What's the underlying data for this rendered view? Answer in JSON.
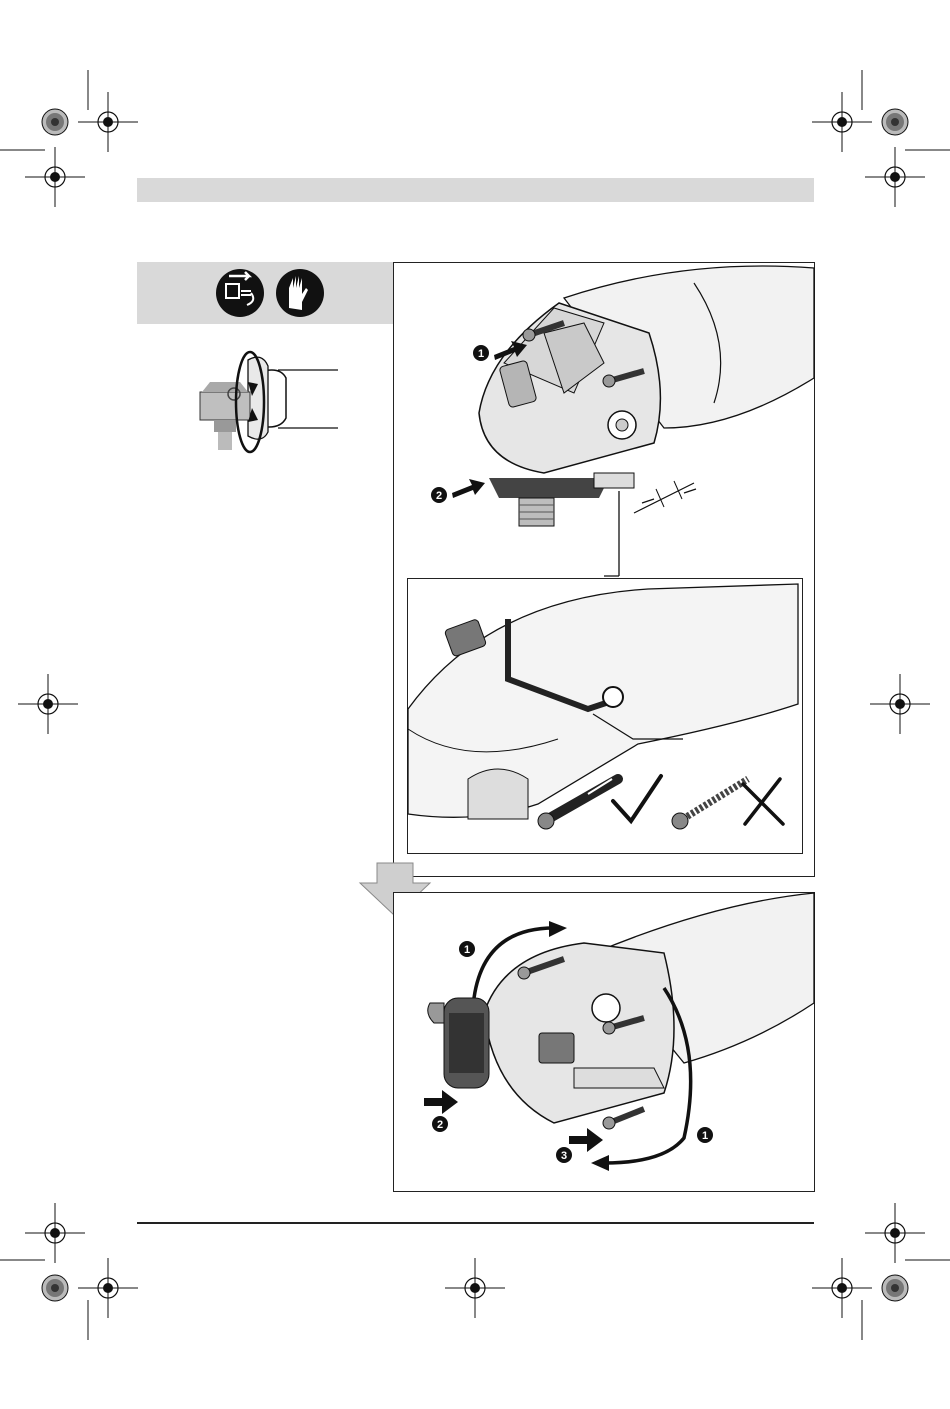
{
  "callouts": {
    "top_step1": "1",
    "top_step2": "2",
    "bottom_step1a": "1",
    "bottom_step1b": "1",
    "bottom_step2": "2",
    "bottom_step3": "3"
  },
  "icons": {
    "unplug": "unplug-mains-icon",
    "gloves": "protective-gloves-icon",
    "ok": "checkmark-icon",
    "wrong": "cross-icon"
  },
  "colors": {
    "panel_grey": "#d9d9d9",
    "ink": "#111111",
    "arrow_grey": "#cfcfcf"
  }
}
